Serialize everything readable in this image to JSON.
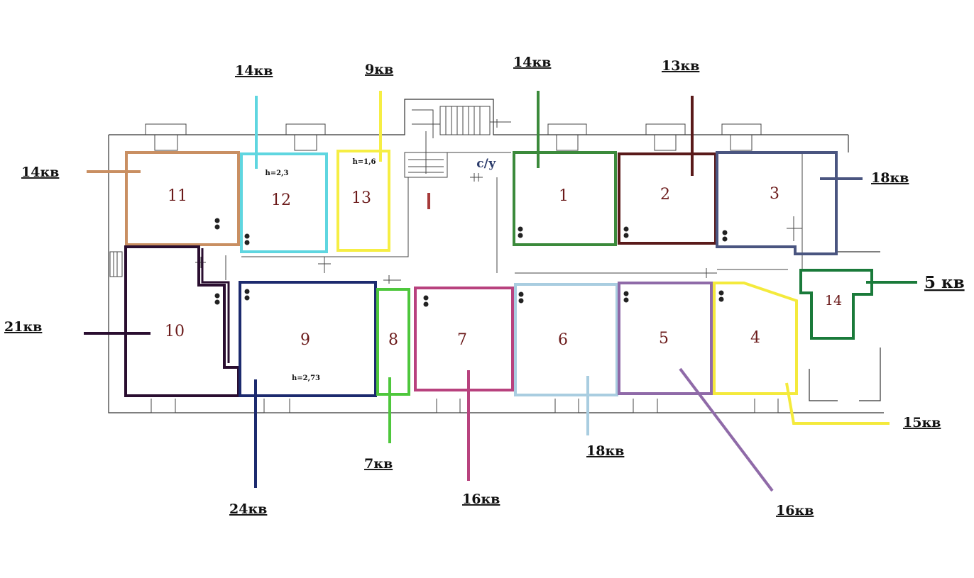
{
  "rooms": [
    {
      "num": "1",
      "color": "#3b8a3b"
    },
    {
      "num": "2",
      "color": "#5a1a1a"
    },
    {
      "num": "3",
      "color": "#4a5580"
    },
    {
      "num": "4",
      "color": "#f4ea3c"
    },
    {
      "num": "5",
      "color": "#8f6aa8"
    },
    {
      "num": "6",
      "color": "#a9cde0"
    },
    {
      "num": "7",
      "color": "#b8427e"
    },
    {
      "num": "8",
      "color": "#4ec73c"
    },
    {
      "num": "9",
      "color": "#1c2a6e"
    },
    {
      "num": "10",
      "color": "#2a0e30"
    },
    {
      "num": "11",
      "color": "#c98f62"
    },
    {
      "num": "12",
      "color": "#5fd6e0"
    },
    {
      "num": "13",
      "color": "#f6ee44"
    },
    {
      "num": "14",
      "color": "#1a7a3a"
    }
  ],
  "area_labels": [
    {
      "text": "14кв",
      "room": "11"
    },
    {
      "text": "14кв",
      "room": "12"
    },
    {
      "text": "9кв",
      "room": "13"
    },
    {
      "text": "14кв",
      "room": "1"
    },
    {
      "text": "13кв",
      "room": "2"
    },
    {
      "text": "18кв",
      "room": "3"
    },
    {
      "text": "5 кв",
      "room": "14"
    },
    {
      "text": "21кв",
      "room": "10"
    },
    {
      "text": "24кв",
      "room": "9"
    },
    {
      "text": "7кв",
      "room": "8"
    },
    {
      "text": "16кв",
      "room": "7"
    },
    {
      "text": "18кв",
      "room": "6"
    },
    {
      "text": "16кв",
      "room": "5"
    },
    {
      "text": "15кв",
      "room": "4"
    }
  ],
  "height_notes": {
    "room12": "h=2,3",
    "room13": "h=1,6",
    "room9": "h=2,73"
  },
  "wc_label": "с/у"
}
